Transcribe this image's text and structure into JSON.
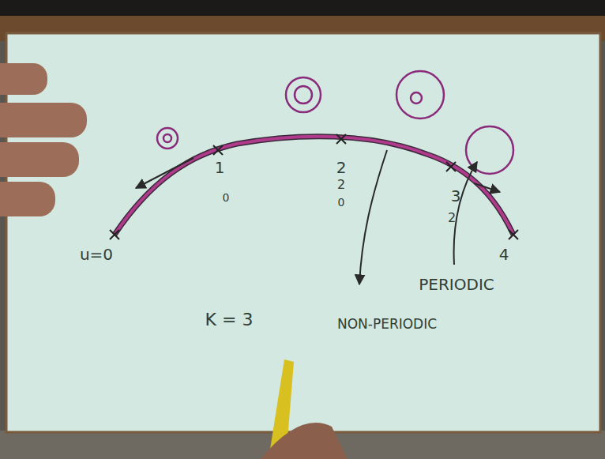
{
  "diagram": {
    "labels": [
      "u=0",
      "1",
      "0",
      "2",
      "2",
      "0",
      "3",
      "2",
      "4",
      "K = 3",
      "NON-PERIODIC",
      "PERIODIC"
    ]
  }
}
